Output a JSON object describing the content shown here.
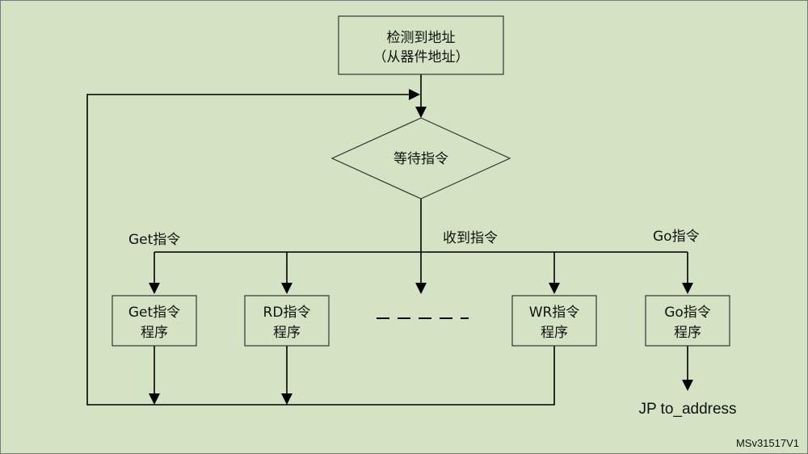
{
  "nodes": {
    "detect": {
      "line1": "检测到地址",
      "line2": "（从器件地址）"
    },
    "wait": {
      "label": "等待指令"
    },
    "get": {
      "line1": "Get指令",
      "line2": "程序"
    },
    "rd": {
      "line1": "RD指令",
      "line2": "程序"
    },
    "wr": {
      "line1": "WR指令",
      "line2": "程序"
    },
    "go": {
      "line1": "Go指令",
      "line2": "程序"
    }
  },
  "edges": {
    "get_label": "Get指令",
    "received_label": "收到指令",
    "go_label": "Go指令"
  },
  "jump_label": "JP to_address",
  "figure_id": "MSv31517V1",
  "colors": {
    "background": "#d4e3c4",
    "stroke": "#000000",
    "box_border": "#333333"
  }
}
